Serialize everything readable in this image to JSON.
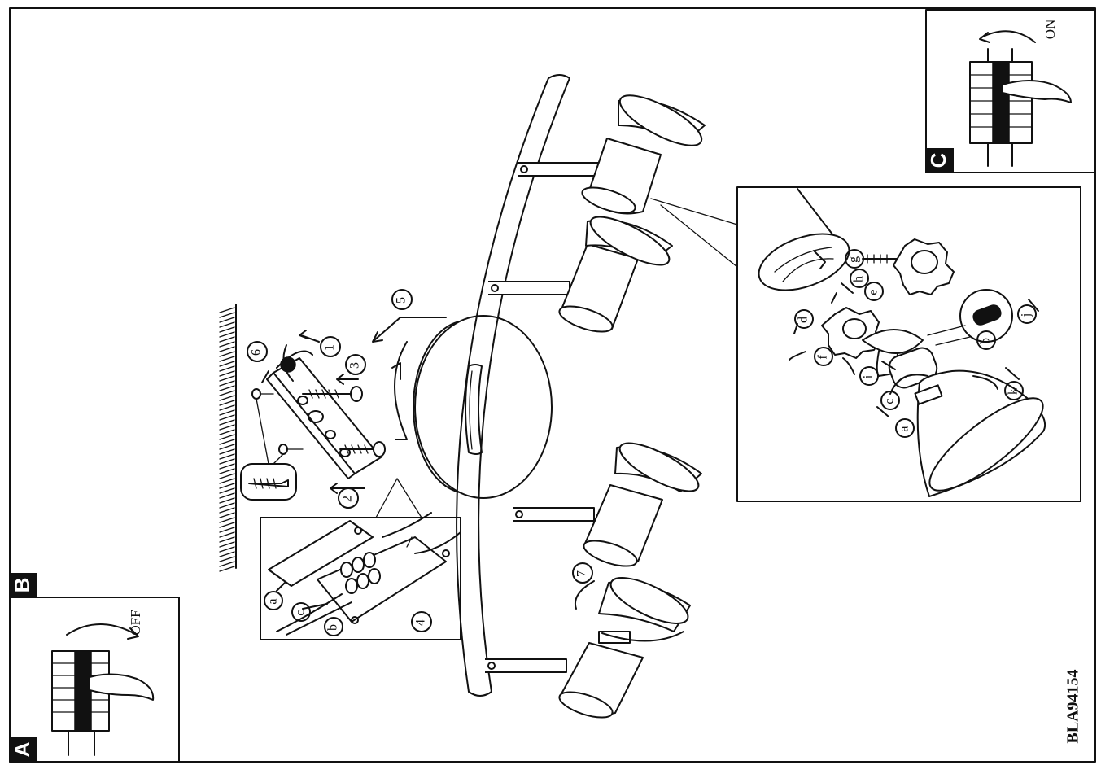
{
  "panels": {
    "a": {
      "letter": "A",
      "switch_label": "OFF"
    },
    "b": {
      "letter": "B"
    },
    "c": {
      "letter": "C",
      "switch_label": "ON"
    }
  },
  "steps": [
    "1",
    "2",
    "3",
    "4",
    "5",
    "6",
    "7"
  ],
  "wiring_labels": [
    "a",
    "b",
    "c"
  ],
  "bulb_labels": [
    "a",
    "b",
    "c",
    "d",
    "e",
    "f",
    "g",
    "h",
    "i",
    "j",
    "k"
  ],
  "product_code": "BLA94154"
}
